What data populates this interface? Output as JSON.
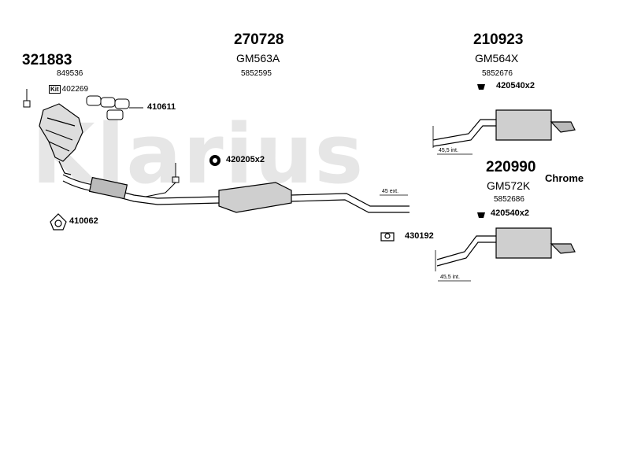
{
  "watermark": "Klarius",
  "groups": {
    "catalyst": {
      "part_no": "321883",
      "ref": "849536",
      "kit_ref": "402269",
      "kit_badge": "Kit"
    },
    "middle": {
      "part_no": "270728",
      "oem": "GM563A",
      "ref": "5852595"
    },
    "rear_a": {
      "part_no": "210923",
      "oem": "GM564X",
      "ref": "5852676"
    },
    "rear_b": {
      "part_no": "220990",
      "oem": "GM572K",
      "ref": "5852686",
      "finish": "Chrome"
    }
  },
  "fittings": {
    "gasket_set": "410611",
    "flange_gasket": "410062",
    "mount_rubber_mid": "420205x2",
    "hanger_rear_a": "420540x2",
    "hanger_rear_b": "420540x2",
    "clamp": "430192"
  },
  "notes": {
    "ext_45": "45 ext.",
    "int_45_5_a": "45,5 int.",
    "int_45_5_b": "45,5 int."
  }
}
